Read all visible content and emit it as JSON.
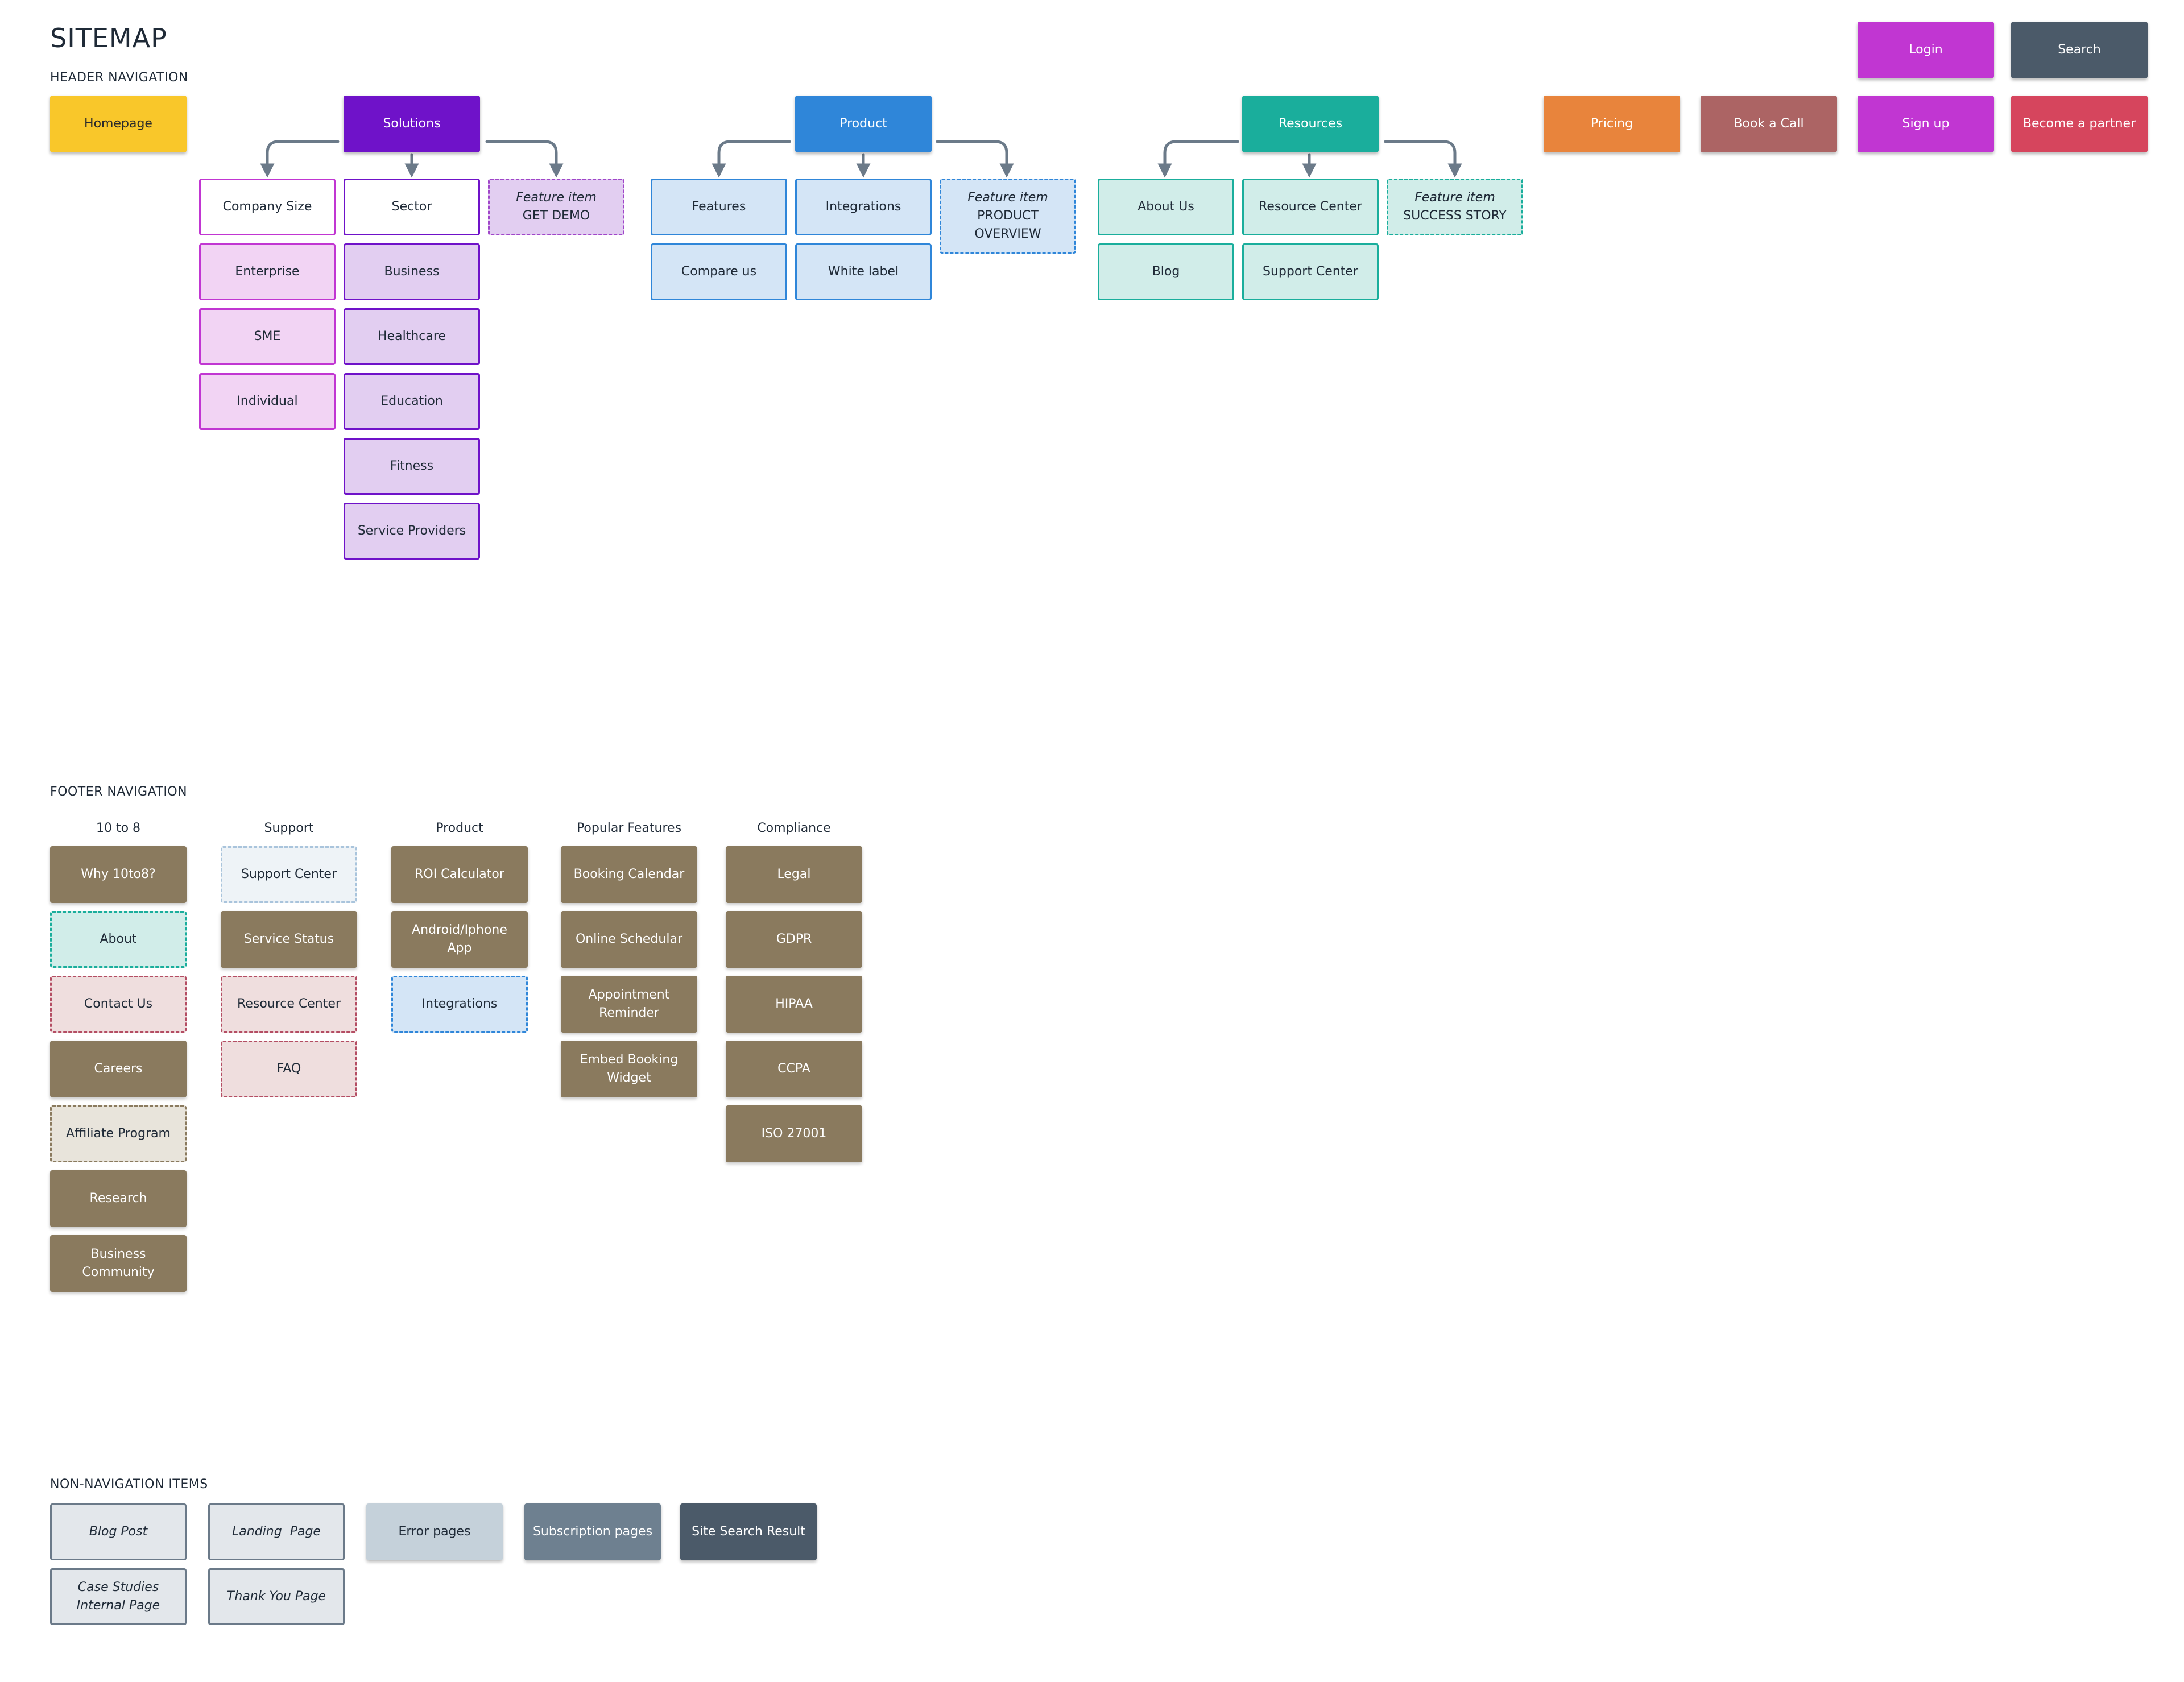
{
  "title": "SITEMAP",
  "header": {
    "label": "HEADER NAVIGATION",
    "top_items": {
      "homepage": "Homepage",
      "solutions": "Solutions",
      "product": "Product",
      "resources": "Resources",
      "pricing": "Pricing",
      "book_call": "Book a Call",
      "sign_up": "Sign up",
      "become_partner": "Become a partner",
      "login": "Login",
      "search": "Search"
    },
    "solutions": {
      "company_size": {
        "label": "Company Size",
        "items": [
          "Enterprise",
          "SME",
          "Individual"
        ]
      },
      "sector": {
        "label": "Sector",
        "items": [
          "Business",
          "Healthcare",
          "Education",
          "Fitness",
          "Service Providers"
        ]
      },
      "feature": {
        "kicker": "Feature item",
        "label": "GET DEMO"
      }
    },
    "product": {
      "col1": [
        "Features",
        "Compare us"
      ],
      "col2": [
        "Integrations",
        "White label"
      ],
      "feature": {
        "kicker": "Feature item",
        "line1": "PRODUCT",
        "line2": "OVERVIEW"
      }
    },
    "resources": {
      "col1": [
        "About Us",
        "Blog"
      ],
      "col2": [
        "Resource Center",
        "Support Center"
      ],
      "feature": {
        "kicker": "Feature item",
        "label": "SUCCESS STORY"
      }
    }
  },
  "footer": {
    "label": "FOOTER NAVIGATION",
    "columns": {
      "tento8": {
        "heading": "10 to 8",
        "items": [
          "Why 10to8?",
          "About",
          "Contact Us",
          "Careers",
          "Affiliate Program",
          "Research",
          [
            "Business",
            "Community"
          ]
        ]
      },
      "support": {
        "heading": "Support",
        "items": [
          "Support Center",
          "Service Status",
          "Resource Center",
          "FAQ"
        ]
      },
      "product": {
        "heading": "Product",
        "items": [
          "ROI Calculator",
          [
            "Android/Iphone",
            "App"
          ],
          "Integrations"
        ]
      },
      "popular": {
        "heading": "Popular Features",
        "items": [
          "Booking Calendar",
          "Online Schedular",
          [
            "Appointment",
            "Reminder"
          ],
          [
            "Embed Booking",
            "Widget"
          ]
        ]
      },
      "compliance": {
        "heading": "Compliance",
        "items": [
          "Legal",
          "GDPR",
          "HIPAA",
          "CCPA",
          "ISO 27001"
        ]
      }
    }
  },
  "non_nav": {
    "label": "NON-NAVIGATION ITEMS",
    "items": {
      "blog_post": "Blog Post",
      "landing_page": "Landing  Page",
      "error_pages": "Error pages",
      "subscription_pages": "Subscription pages",
      "site_search_result": "Site Search Result",
      "case_studies": [
        "Case Studies",
        "Internal Page"
      ],
      "thank_you": "Thank You Page"
    }
  },
  "colors": {
    "homepage": "#f9c72a",
    "solutions": "#6f12c9",
    "product": "#2f86d9",
    "resources": "#1aae9c",
    "pricing": "#e8843c",
    "book_call": "#ac6464",
    "sign_up": "#c136d2",
    "become_partner": "#d6455d",
    "login": "#c136d2",
    "search": "#4b5a69",
    "brown": "#8a7a5e",
    "connector": "#6b7a89"
  }
}
